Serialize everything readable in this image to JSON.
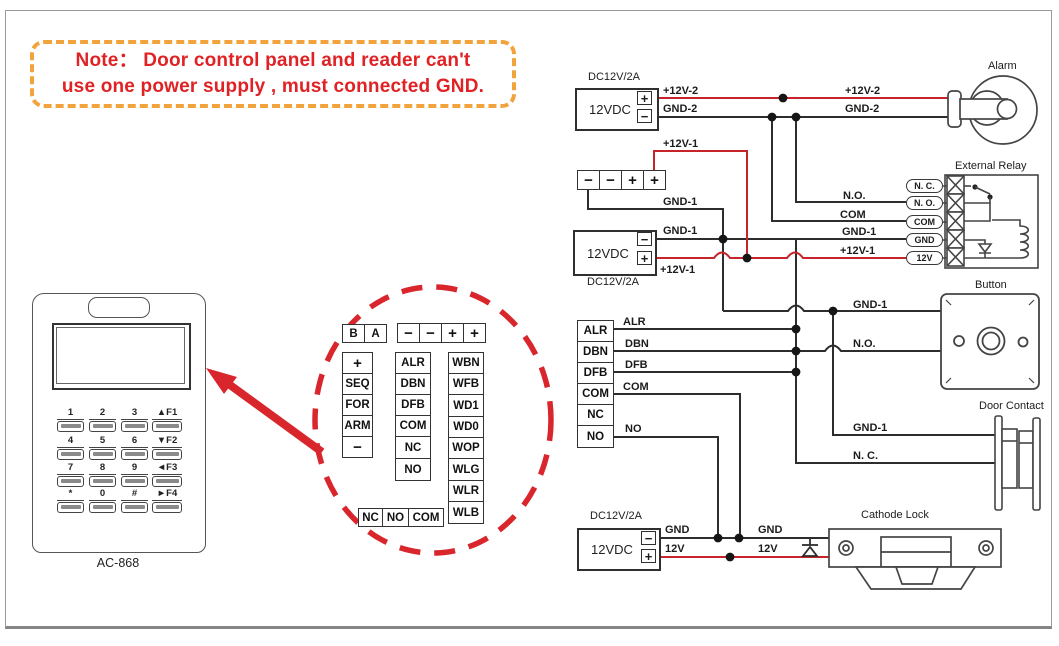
{
  "note": {
    "line1": "Note：  Door control panel and  reader can't",
    "line2": "use one power supply , must connected GND."
  },
  "colors": {
    "wire_red": "#c7232b",
    "wire_black": "#2d2d2d",
    "note_text": "#e02224",
    "note_border": "#f2a33c",
    "ellipse_red": "#d8262c"
  },
  "supplies": {
    "label": "DC12V/2A",
    "name": "12VDC",
    "plus": "+",
    "minus": "−"
  },
  "power_block": {
    "cells": [
      "−",
      "−",
      "+",
      "+"
    ]
  },
  "panel_block": {
    "cells": [
      "ALR",
      "DBN",
      "DFB",
      "COM",
      "NC",
      "NO"
    ]
  },
  "ellipse": {
    "ba": [
      "B",
      "A"
    ],
    "power": [
      "−",
      "−",
      "+",
      "+"
    ],
    "col1": [
      "+",
      "SEQ",
      "FOR",
      "ARM",
      "−"
    ],
    "col2": [
      "ALR",
      "DBN",
      "DFB",
      "COM",
      "NC",
      "NO"
    ],
    "col3": [
      "WBN",
      "WFB",
      "WD1",
      "WD0",
      "WOP",
      "WLG",
      "WLR",
      "WLB"
    ],
    "bottom": [
      "NC",
      "NO",
      "COM"
    ]
  },
  "keypad": {
    "model": "AC-868",
    "keys": [
      "1",
      "2",
      "3",
      "▲F1",
      "4",
      "5",
      "6",
      "▼F2",
      "7",
      "8",
      "9",
      "◄F3",
      "*",
      "0",
      "#",
      "►F4"
    ]
  },
  "relay": {
    "title": "External Relay",
    "terminals": [
      "N. C.",
      "N. O.",
      "COM",
      "GND",
      "12V"
    ]
  },
  "components": {
    "alarm": "Alarm",
    "button": "Button",
    "door_contact": "Door  Contact",
    "lock": "Cathode Lock"
  },
  "wire_labels": {
    "p12v2": "+12V-2",
    "gnd2": "GND-2",
    "p12v1": "+12V-1",
    "gnd1": "GND-1",
    "no_label": "N.O.",
    "com": "COM",
    "alr": "ALR",
    "dbn": "DBN",
    "dfb": "DFB",
    "no2": "NO",
    "nc_door": "N. C.",
    "gnd": "GND",
    "v12": "12V"
  }
}
